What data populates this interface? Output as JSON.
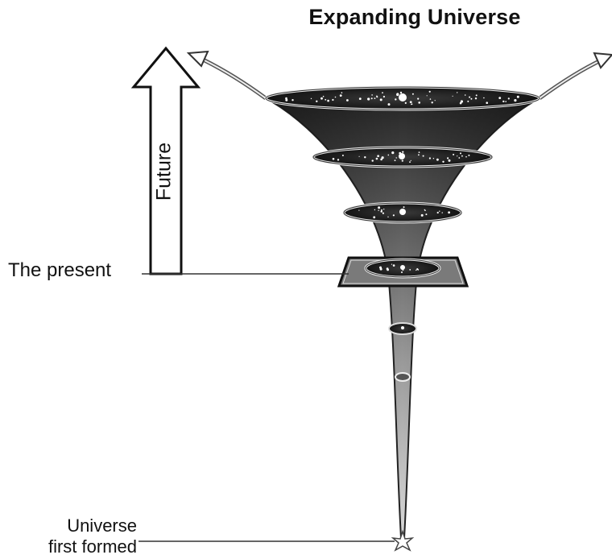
{
  "diagram": {
    "title": "Expanding Universe",
    "future_label": "Future",
    "present_label": "The present",
    "formed_label_line1": "Universe",
    "formed_label_line2": "first formed"
  },
  "colors": {
    "ink": "#111111",
    "funnel_dark": "#2b2b2b",
    "funnel_light": "#c8c8c8",
    "space": "#1a1a1a",
    "background": "#ffffff"
  }
}
